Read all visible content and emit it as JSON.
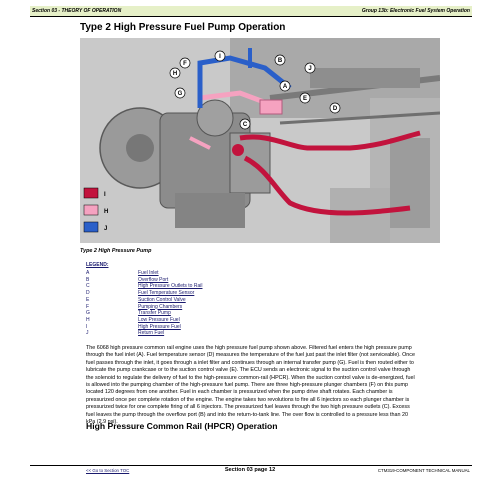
{
  "header": {
    "left": "Section 03 - THEORY OF OPERATION",
    "right": "Group 13b: Electronic Fuel System Operation"
  },
  "title": "Type 2 High Pressure Fuel Pump Operation",
  "figure": {
    "callouts": [
      "A",
      "B",
      "C",
      "D",
      "E",
      "F",
      "G",
      "H",
      "I",
      "J"
    ],
    "colors": {
      "blue": "#2a5fc9",
      "pink": "#f5a2c0",
      "crimson": "#c2133d",
      "light_blue": "#9ec5ef"
    },
    "flow_key": [
      "I",
      "H",
      "J"
    ]
  },
  "caption": "Type 2 High Pressure Pump",
  "legend": {
    "title": "LEGEND:",
    "items": [
      {
        "key": "A",
        "label": "Fuel Inlet"
      },
      {
        "key": "B",
        "label": "Overflow Port"
      },
      {
        "key": "C",
        "label": "High Pressure Outlets to Rail"
      },
      {
        "key": "D",
        "label": "Fuel Temperature Sensor"
      },
      {
        "key": "E",
        "label": "Suction Control Valve"
      },
      {
        "key": "F",
        "label": "Pumping Chambers"
      },
      {
        "key": "G",
        "label": "Transfer Pump"
      },
      {
        "key": "H",
        "label": "Low Pressure Fuel"
      },
      {
        "key": "I",
        "label": "High Pressure Fuel"
      },
      {
        "key": "J",
        "label": "Return Fuel"
      }
    ]
  },
  "body": "The 6068 high pressure common rail engine uses the high pressure fuel pump shown above. Filtered fuel enters the high pressure pump through the fuel inlet (A). Fuel temperature sensor (D) measures the temperature of the fuel just past the inlet filter (not serviceable). Once fuel passes through the inlet, it goes through a inlet filter and continues through an internal transfer pump (G). Fuel is then routed either to lubricate the pump crankcase or to the suction control valve (E). The ECU sends an electronic signal to the suction control valve through the solenoid to regulate the delivery of fuel to the high-pressure common-rail (HPCR). When the suction control valve is de-energized, fuel is allowed into the pumping chamber of the high-pressure fuel pump. There are three high-pressure plunger chambers (F) on this pump located 120 degrees from one another. Fuel in each chamber is pressurized when the pump drive shaft rotates. Each chamber is pressurized once per complete rotation of the engine. The engine takes two revolutions to fire all 6 injectors so each plunger chamber is pressurized twice for one complete firing of all 6 injectors. The pressurized fuel leaves through the two high pressure outlets (C). Excess fuel leaves the pump through the overflow port (B) and into the return-to-tank line. The over flow is controlled to a pressure less than 20 kPa (2.9 psi).",
  "section_heading": "High Pressure Common Rail (HPCR) Operation",
  "footer": {
    "left": "<< Go to Section TOC",
    "center": "Section 03 page 12",
    "right": "CTM319-COMPONENT TECHNICAL MANUAL"
  }
}
